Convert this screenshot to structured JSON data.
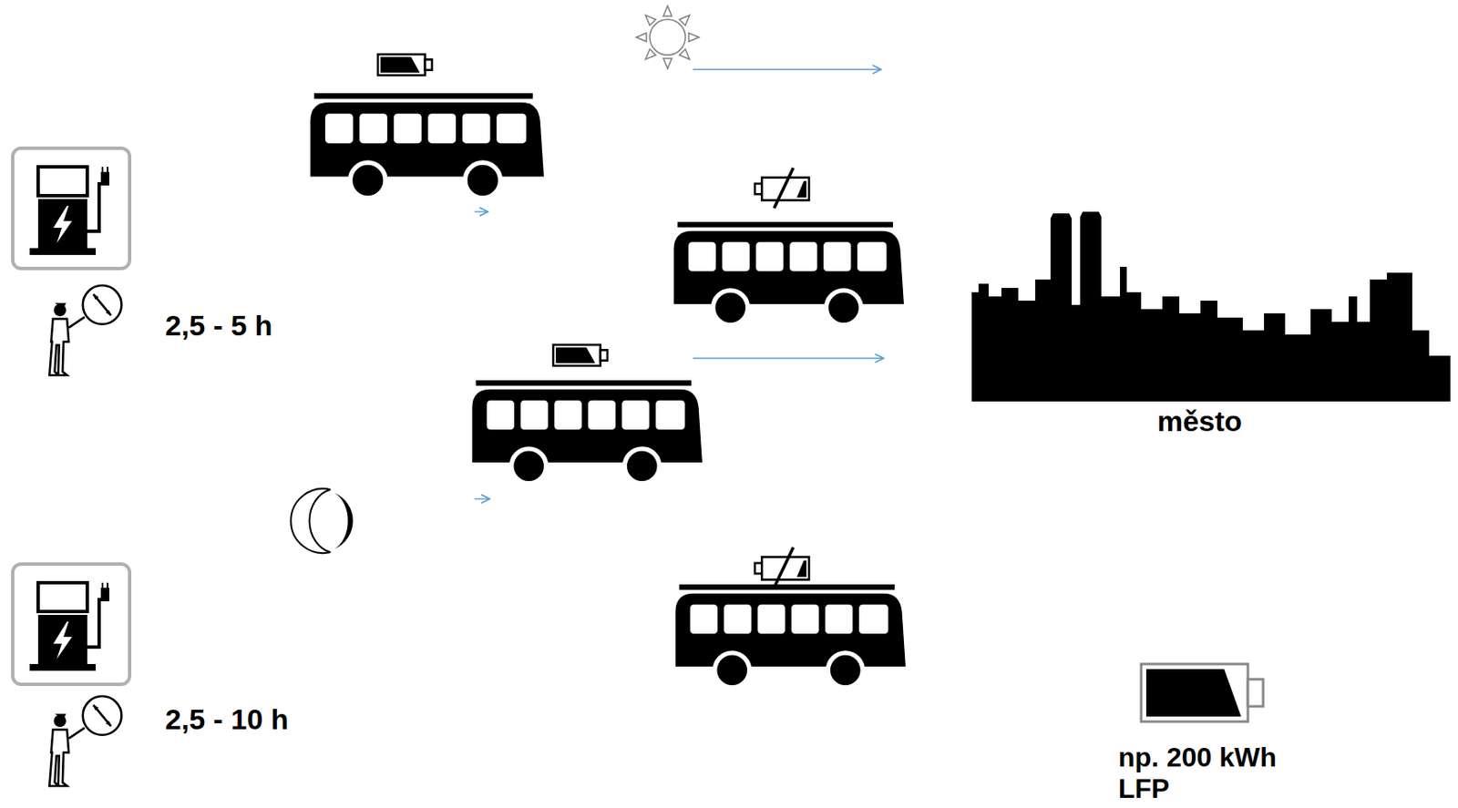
{
  "diagram": {
    "labels": [
      "2,5 - 5 h",
      "2,5 - 10 h",
      "město",
      "np. 200 kWh LFP"
    ]
  }
}
